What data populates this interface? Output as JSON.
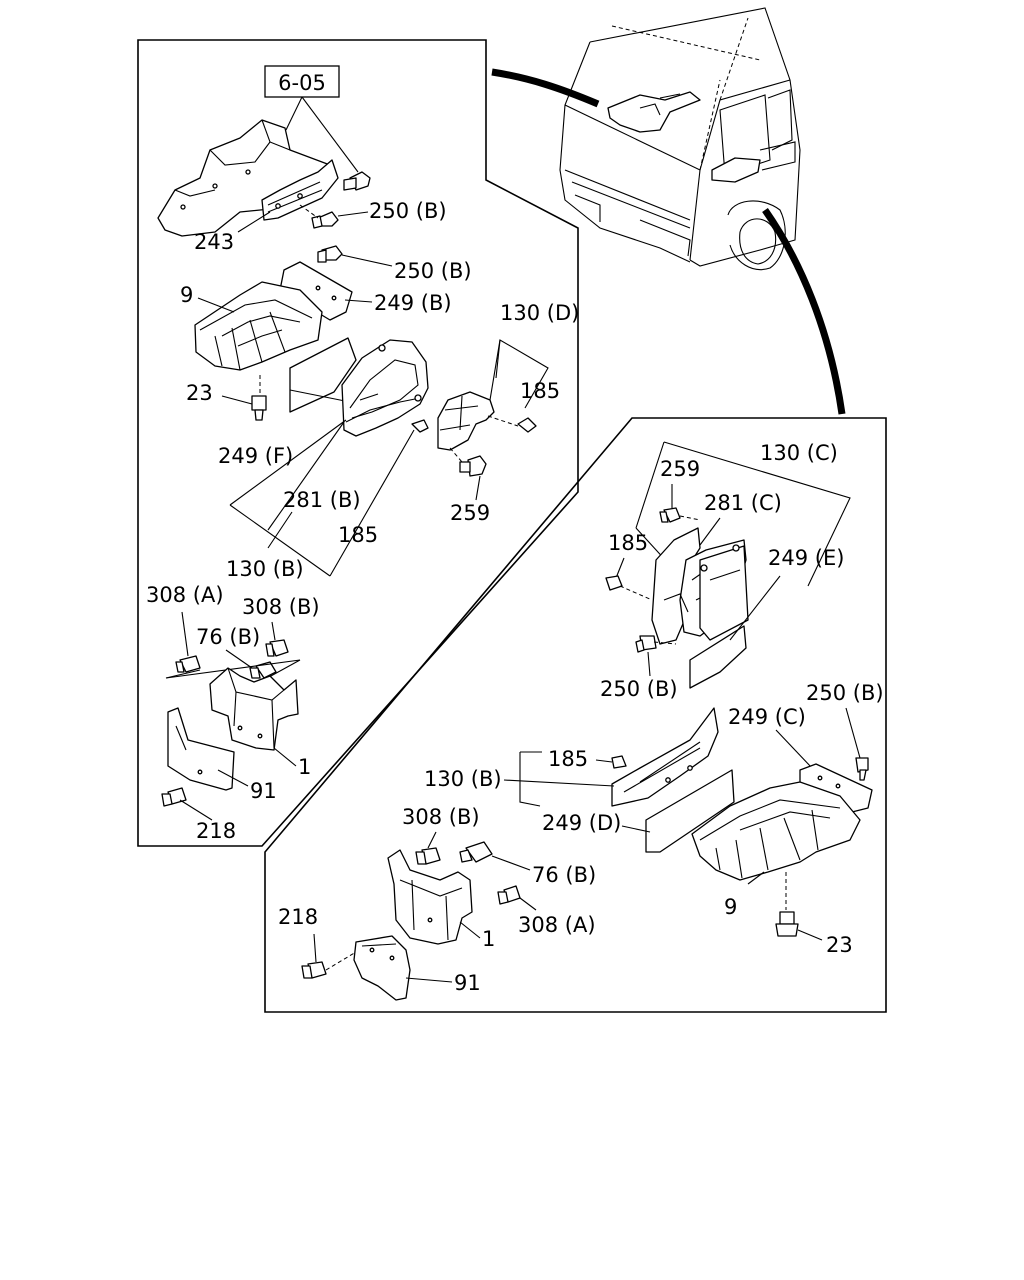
{
  "reference_box": "6-05",
  "left_panel": {
    "labels": {
      "l243": "243",
      "l250b_1": "250 (B)",
      "l250b_2": "250 (B)",
      "l9": "9",
      "l249b": "249 (B)",
      "l23": "23",
      "l130d": "130 (D)",
      "l185_1": "185",
      "l249f": "249 (F)",
      "l281b": "281 (B)",
      "l259": "259",
      "l185_2": "185",
      "l130b": "130 (B)",
      "l308a": "308 (A)",
      "l308b": "308 (B)",
      "l76b": "76 (B)",
      "l1": "1",
      "l91": "91",
      "l218": "218"
    }
  },
  "right_panel": {
    "labels": {
      "l130c": "130 (C)",
      "l259": "259",
      "l281c": "281 (C)",
      "l185_1": "185",
      "l249e": "249 (E)",
      "l250b_1": "250 (B)",
      "l250b_2": "250 (B)",
      "l249c": "249 (C)",
      "l185_2": "185",
      "l130b": "130 (B)",
      "l249d": "249 (D)",
      "l308b": "308 (B)",
      "l76b": "76 (B)",
      "l308a": "308 (A)",
      "l1": "1",
      "l9": "9",
      "l218": "218",
      "l23": "23",
      "l91": "91"
    }
  }
}
